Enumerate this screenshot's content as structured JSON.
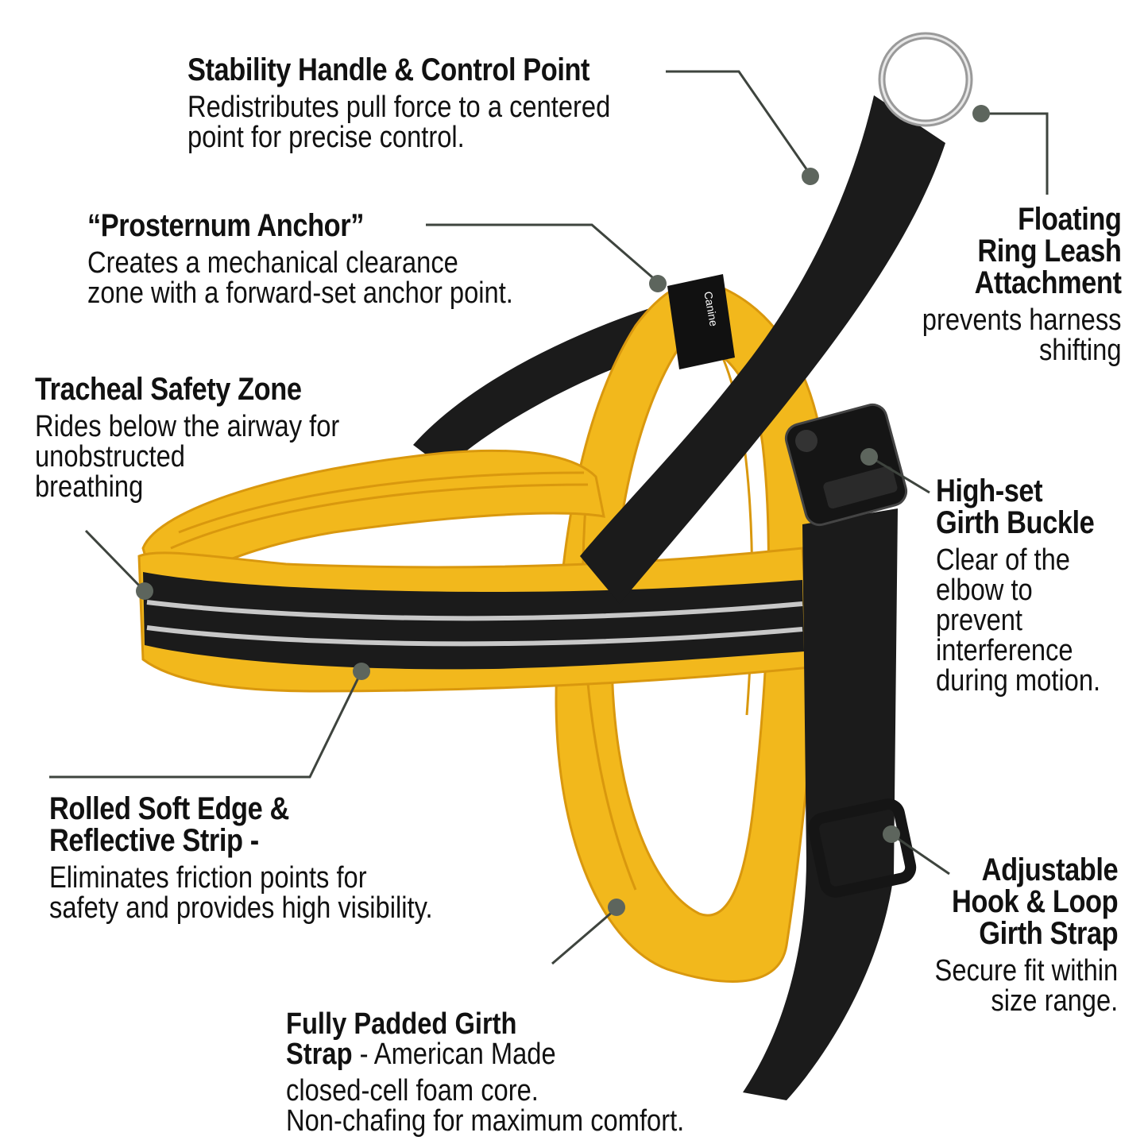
{
  "colors": {
    "harness_yellow": "#F2B81C",
    "harness_yellow_dark": "#D9980E",
    "webbing_black": "#1B1B1B",
    "reflective_grey": "#C8C8C8",
    "leader_line": "#3E443E",
    "text": "#111111"
  },
  "labels": {
    "stability": {
      "title": "Stability Handle & Control Point",
      "body": "Redistributes pull force to a centered\npoint for precise control."
    },
    "prosternum": {
      "title": "“Prosternum Anchor”",
      "body": "Creates a mechanical clearance\nzone with a forward-set anchor point."
    },
    "tracheal": {
      "title": "Tracheal Safety Zone",
      "body": "Rides below the airway for\nunobstructed\nbreathing"
    },
    "rolled_edge": {
      "title": "Rolled Soft Edge &\nReflective Strip -",
      "body": "Eliminates friction points for\nsafety and provides high visibility."
    },
    "padded_girth": {
      "title_part": "Fully Padded Girth\nStrap",
      "inline_body": " - American Made",
      "body": "closed-cell foam core.\nNon-chafing for maximum comfort."
    },
    "floating_ring": {
      "title": "Floating\nRing Leash\nAttachment",
      "body": "prevents harness\nshifting"
    },
    "girth_buckle": {
      "title": "High-set\nGirth Buckle",
      "body": "Clear of the\nelbow to\nprevent\ninterference\nduring motion."
    },
    "hook_loop": {
      "title": "Adjustable\nHook & Loop\nGirth Strap",
      "body": "Secure fit within\nsize range."
    }
  },
  "product": {
    "tag_text": "Canine"
  }
}
